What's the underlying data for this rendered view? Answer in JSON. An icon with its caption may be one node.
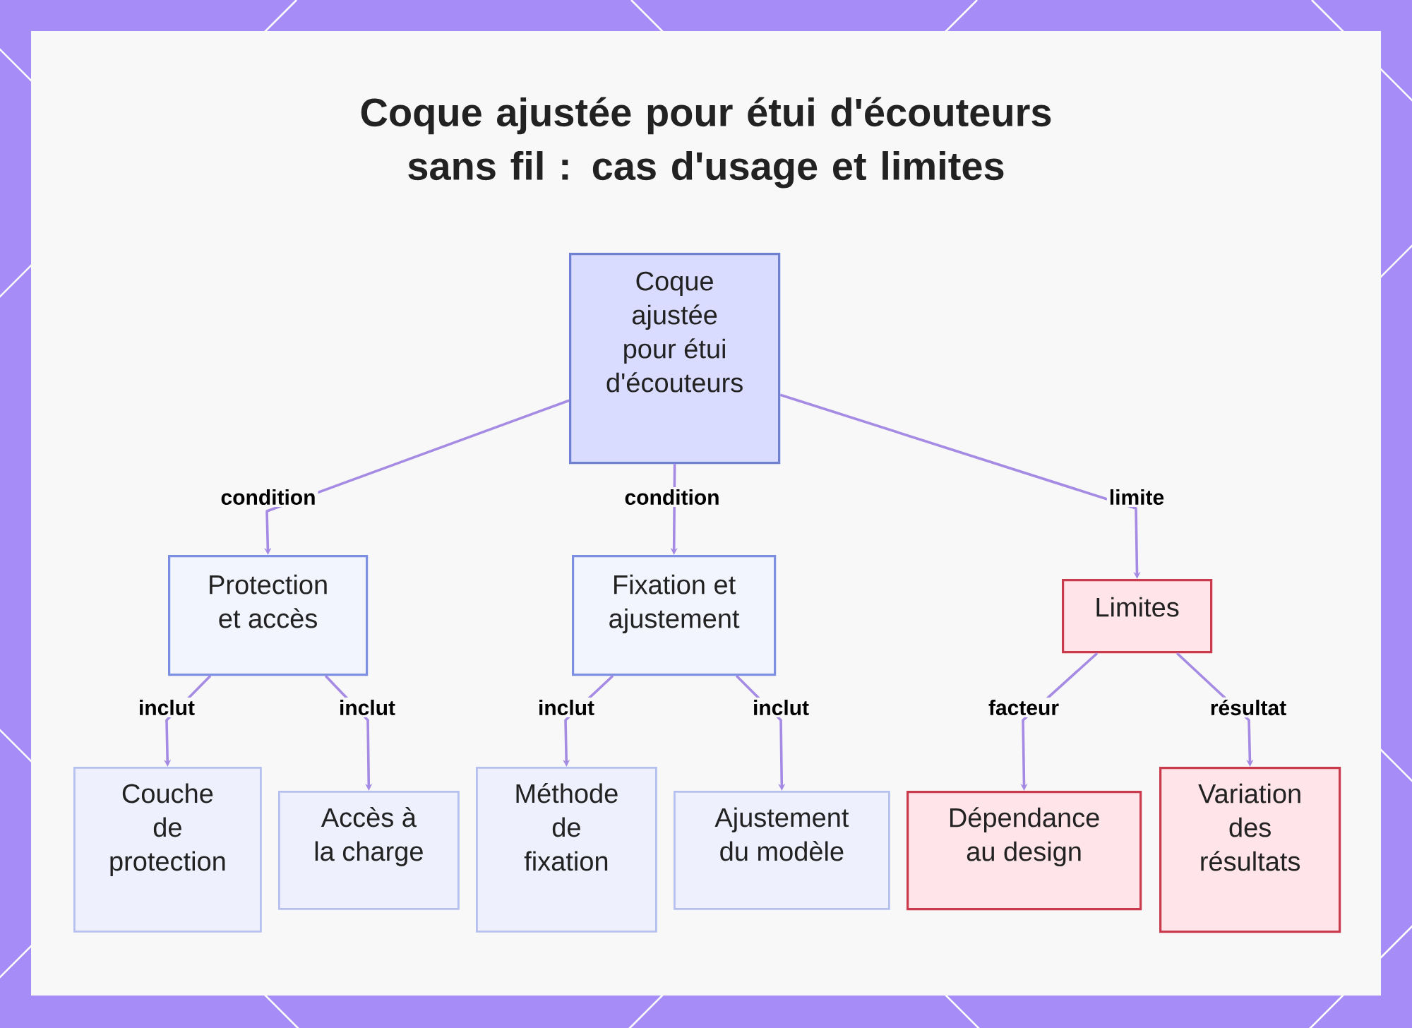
{
  "diagram": {
    "title": "Coque ajustée pour étui d'écouteurs sans fil : cas d'usage et limites",
    "nodes": [
      {
        "text": [
          "Coque ajustée pour étui d'écouteurs"
        ]
      },
      {
        "text": [
          "Protection et accès"
        ]
      },
      {
        "text": [
          "Fixation et ajustement"
        ]
      },
      {
        "text": [
          "Limites"
        ]
      },
      {
        "text": [
          "Couche de protection"
        ]
      },
      {
        "text": [
          "Accès à la charge"
        ]
      },
      {
        "text": [
          "Méthode de fixation"
        ]
      },
      {
        "text": [
          "Ajustement du modèle"
        ]
      },
      {
        "text": [
          "Dépendance au design"
        ]
      },
      {
        "text": [
          "Variation des résultats"
        ]
      }
    ],
    "edges": [
      {
        "from": 0,
        "to": 1,
        "arrow": "to",
        "label": "condition"
      },
      {
        "from": 0,
        "to": 2,
        "arrow": "to",
        "label": "condition"
      },
      {
        "from": 0,
        "to": 3,
        "arrow": "to",
        "label": "limite"
      },
      {
        "from": 1,
        "to": 4,
        "arrow": "to",
        "label": "inclut"
      },
      {
        "from": 1,
        "to": 5,
        "arrow": "to",
        "label": "inclut"
      },
      {
        "from": 2,
        "to": 6,
        "arrow": "to",
        "label": "inclut"
      },
      {
        "from": 2,
        "to": 7,
        "arrow": "to",
        "label": "inclut"
      },
      {
        "from": 3,
        "to": 8,
        "arrow": "to",
        "label": "facteur"
      },
      {
        "from": 3,
        "to": 9,
        "arrow": "to",
        "label": "résultat"
      }
    ]
  }
}
